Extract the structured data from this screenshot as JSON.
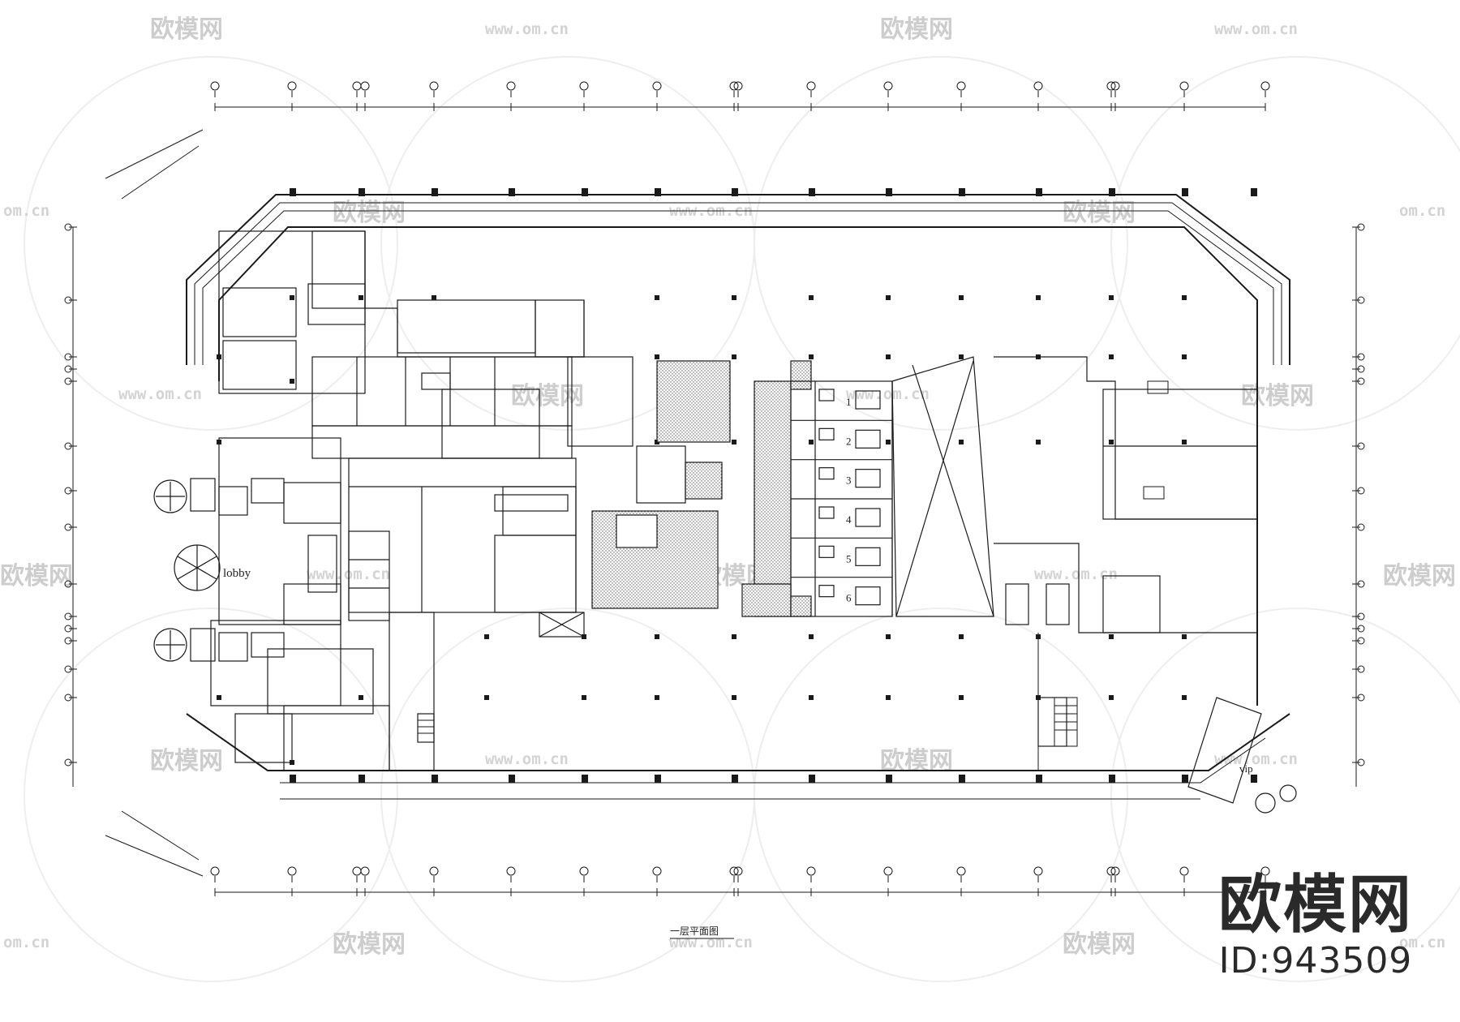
{
  "watermark": {
    "brand": "欧模网",
    "url": "www.om.cn",
    "url_short": "om.cn",
    "id_text": "ID:943509"
  },
  "plan": {
    "title": "一层平面图",
    "lobby_label": "lobby",
    "vip_label": "vip",
    "room_numbers": [
      "1",
      "2",
      "3",
      "4",
      "5",
      "6"
    ]
  },
  "colors": {
    "line": "#1a1a1a",
    "watermark": "#c8c8c8",
    "background": "#ffffff"
  }
}
